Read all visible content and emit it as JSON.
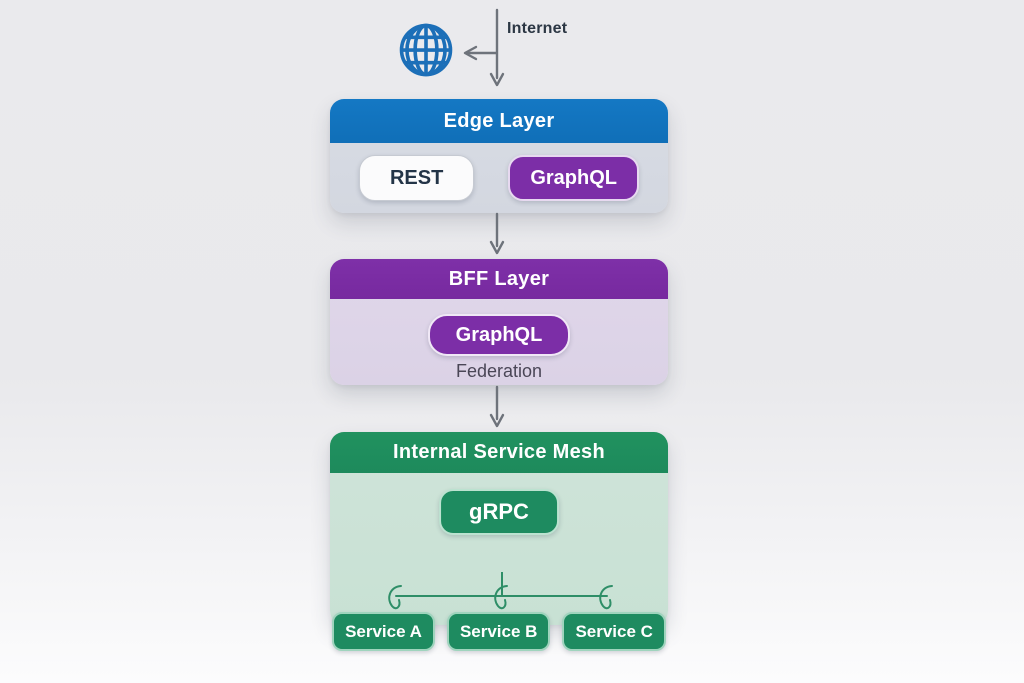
{
  "top": {
    "internet_label": "Internet"
  },
  "layers": [
    {
      "title": "Edge Layer",
      "items": [
        {
          "label": "REST"
        },
        {
          "label": "GraphQL"
        }
      ]
    },
    {
      "title": "BFF Layer",
      "items": [
        {
          "label": "GraphQL"
        }
      ],
      "subtitle": "Federation"
    },
    {
      "title": "Internal Service Mesh",
      "items": [
        {
          "label": "gRPC"
        }
      ],
      "services": [
        {
          "label": "Service A"
        },
        {
          "label": "Service B"
        },
        {
          "label": "Service C"
        }
      ]
    }
  ],
  "icons": {
    "globe": "globe-icon",
    "down_arrow": "arrow-down-icon",
    "left_arrow": "arrow-left-icon"
  },
  "colors": {
    "background": "#e9e9ec",
    "edge_header": "#1272bd",
    "edge_body": "#d6dae2",
    "bff_header": "#7a2ba2",
    "bff_body": "#ddd4e7",
    "mesh_header": "#1e8b60",
    "mesh_body": "#cbe2d6",
    "pill_purple": "#7c2ea7",
    "pill_green": "#1e8b60",
    "pill_light": "#fbfbfc",
    "arrow_gray": "#6e737b",
    "connector_green": "#2e8e67",
    "globe_blue": "#1c6fb8"
  }
}
